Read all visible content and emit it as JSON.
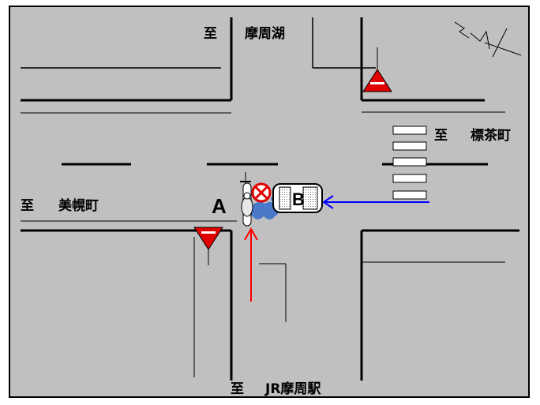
{
  "labels": {
    "to": "至",
    "north": "摩周湖",
    "east": "標茶町",
    "west": "美幌町",
    "south": "JR摩周駅",
    "vehicle_a": "A",
    "vehicle_b": "B"
  },
  "icons": {
    "compass": "north-arrow-icon",
    "stop_sign": "stop-sign-icon",
    "collision": "collision-mark-icon"
  },
  "colors": {
    "road_background": "#c0c0c0",
    "road_line": "#000000",
    "stop_sign": "#e00000",
    "arrow_a": "#ff0000",
    "arrow_b": "#0000ff",
    "impact_mark": "#4a79c9",
    "crosswalk": "#ffffff"
  }
}
